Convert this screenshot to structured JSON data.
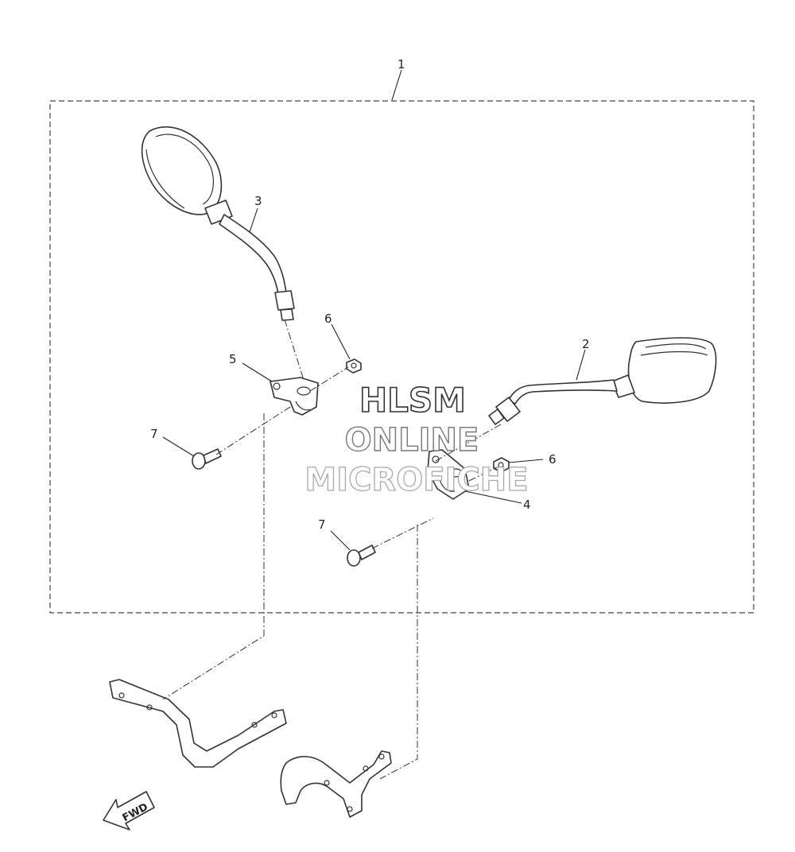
{
  "callouts": {
    "c1": "1",
    "c2": "2",
    "c3": "3",
    "c4": "4",
    "c5": "5",
    "c6a": "6",
    "c6b": "6",
    "c7a": "7",
    "c7b": "7"
  },
  "watermark": {
    "line1": "HLSM",
    "line2": "ONLINE",
    "line3": "MICROFICHE"
  },
  "fwd_arrow": {
    "label": "FWD"
  }
}
